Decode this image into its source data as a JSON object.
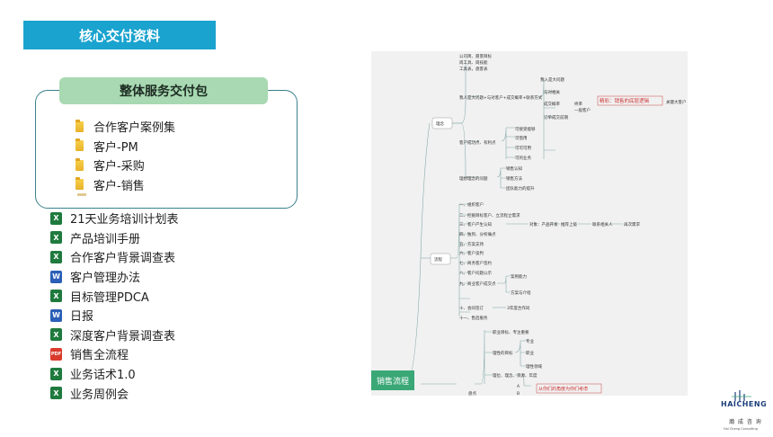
{
  "header": {
    "title": "核心交付资料"
  },
  "package": {
    "title": "整体服务交付包",
    "folders": [
      "合作客户案例集",
      "客户-PM",
      "客户-采购",
      "客户-销售"
    ]
  },
  "files": [
    {
      "type": "xls",
      "name": "21天业务培训计划表"
    },
    {
      "type": "xls",
      "name": "产品培训手册"
    },
    {
      "type": "xls",
      "name": "合作客户背景调查表"
    },
    {
      "type": "doc",
      "name": "客户管理办法"
    },
    {
      "type": "xls",
      "name": "目标管理PDCA"
    },
    {
      "type": "doc",
      "name": "日报"
    },
    {
      "type": "xls",
      "name": "深度客户背景调查表"
    },
    {
      "type": "pdf",
      "name": "销售全流程"
    },
    {
      "type": "xls",
      "name": "业务话术1.0"
    },
    {
      "type": "xls",
      "name": "业务周例会"
    }
  ],
  "mindmap": {
    "root": "销售流程",
    "top_labels": [
      "公司简、愿景目标",
      "岗工具、岗技能",
      "工具表，盘客表"
    ],
    "branch1": "理念",
    "branch2": "流程",
    "branch3": "盘点",
    "b1_items": [
      "我人是大问题+与对客户+成交概率+联系方式",
      "客户成功点、有利点",
      "理想理念的问题"
    ],
    "b1_sub": [
      "我入是大问题",
      "与对相关",
      "成交概率",
      "终率",
      "一般客户",
      "订单成交前期"
    ],
    "b1_sub2": [
      "精彩：销售的底层逻辑",
      "关键大客户"
    ],
    "b1_items2": [
      "可接受能够",
      "可借用",
      "可可可用",
      "可的业务"
    ],
    "b1_items3": [
      "销售认知",
      "销售方法",
      "团队能力的提升"
    ],
    "b2_items": [
      "一、组织客户",
      "二、挖掘目标客户、立流程立需求",
      "三、客户产生认知",
      "四、独到、分析痛点",
      "五、方案支持",
      "六、客户谈判",
      "七、商务客户签约",
      "八、客户问题公示",
      "九、商业客户成交点",
      "十、会同签订",
      "十一、售后服务"
    ],
    "b2_sub": [
      "对象：产品开发",
      "推荐上级",
      "联系相关人",
      "再次需求",
      "案例能力",
      "方案与介绍",
      "3年度合作同"
    ],
    "b3_items": [
      "职业目标、专注重要",
      "理性的目标",
      "理位、理念、资源、年度"
    ],
    "b3_sub": [
      "专业",
      "职业",
      "理性领域"
    ],
    "b3_sub2": [
      "从你们的角度为你们考虑"
    ],
    "b3_sub3": [
      "A",
      "B"
    ]
  },
  "logo": {
    "text": "HAICHENG",
    "cn": "瀚 成 咨 询",
    "en": "Hai Cheng Consulting"
  }
}
